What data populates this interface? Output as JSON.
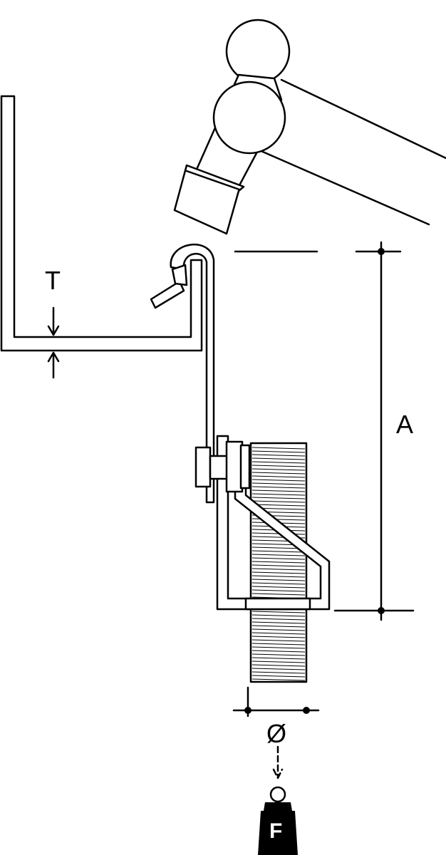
{
  "labels": {
    "thickness": "T",
    "distance": "A",
    "diameter": "Ø",
    "force": "F"
  },
  "colors": {
    "ink": "#000000",
    "paper": "#ffffff"
  }
}
